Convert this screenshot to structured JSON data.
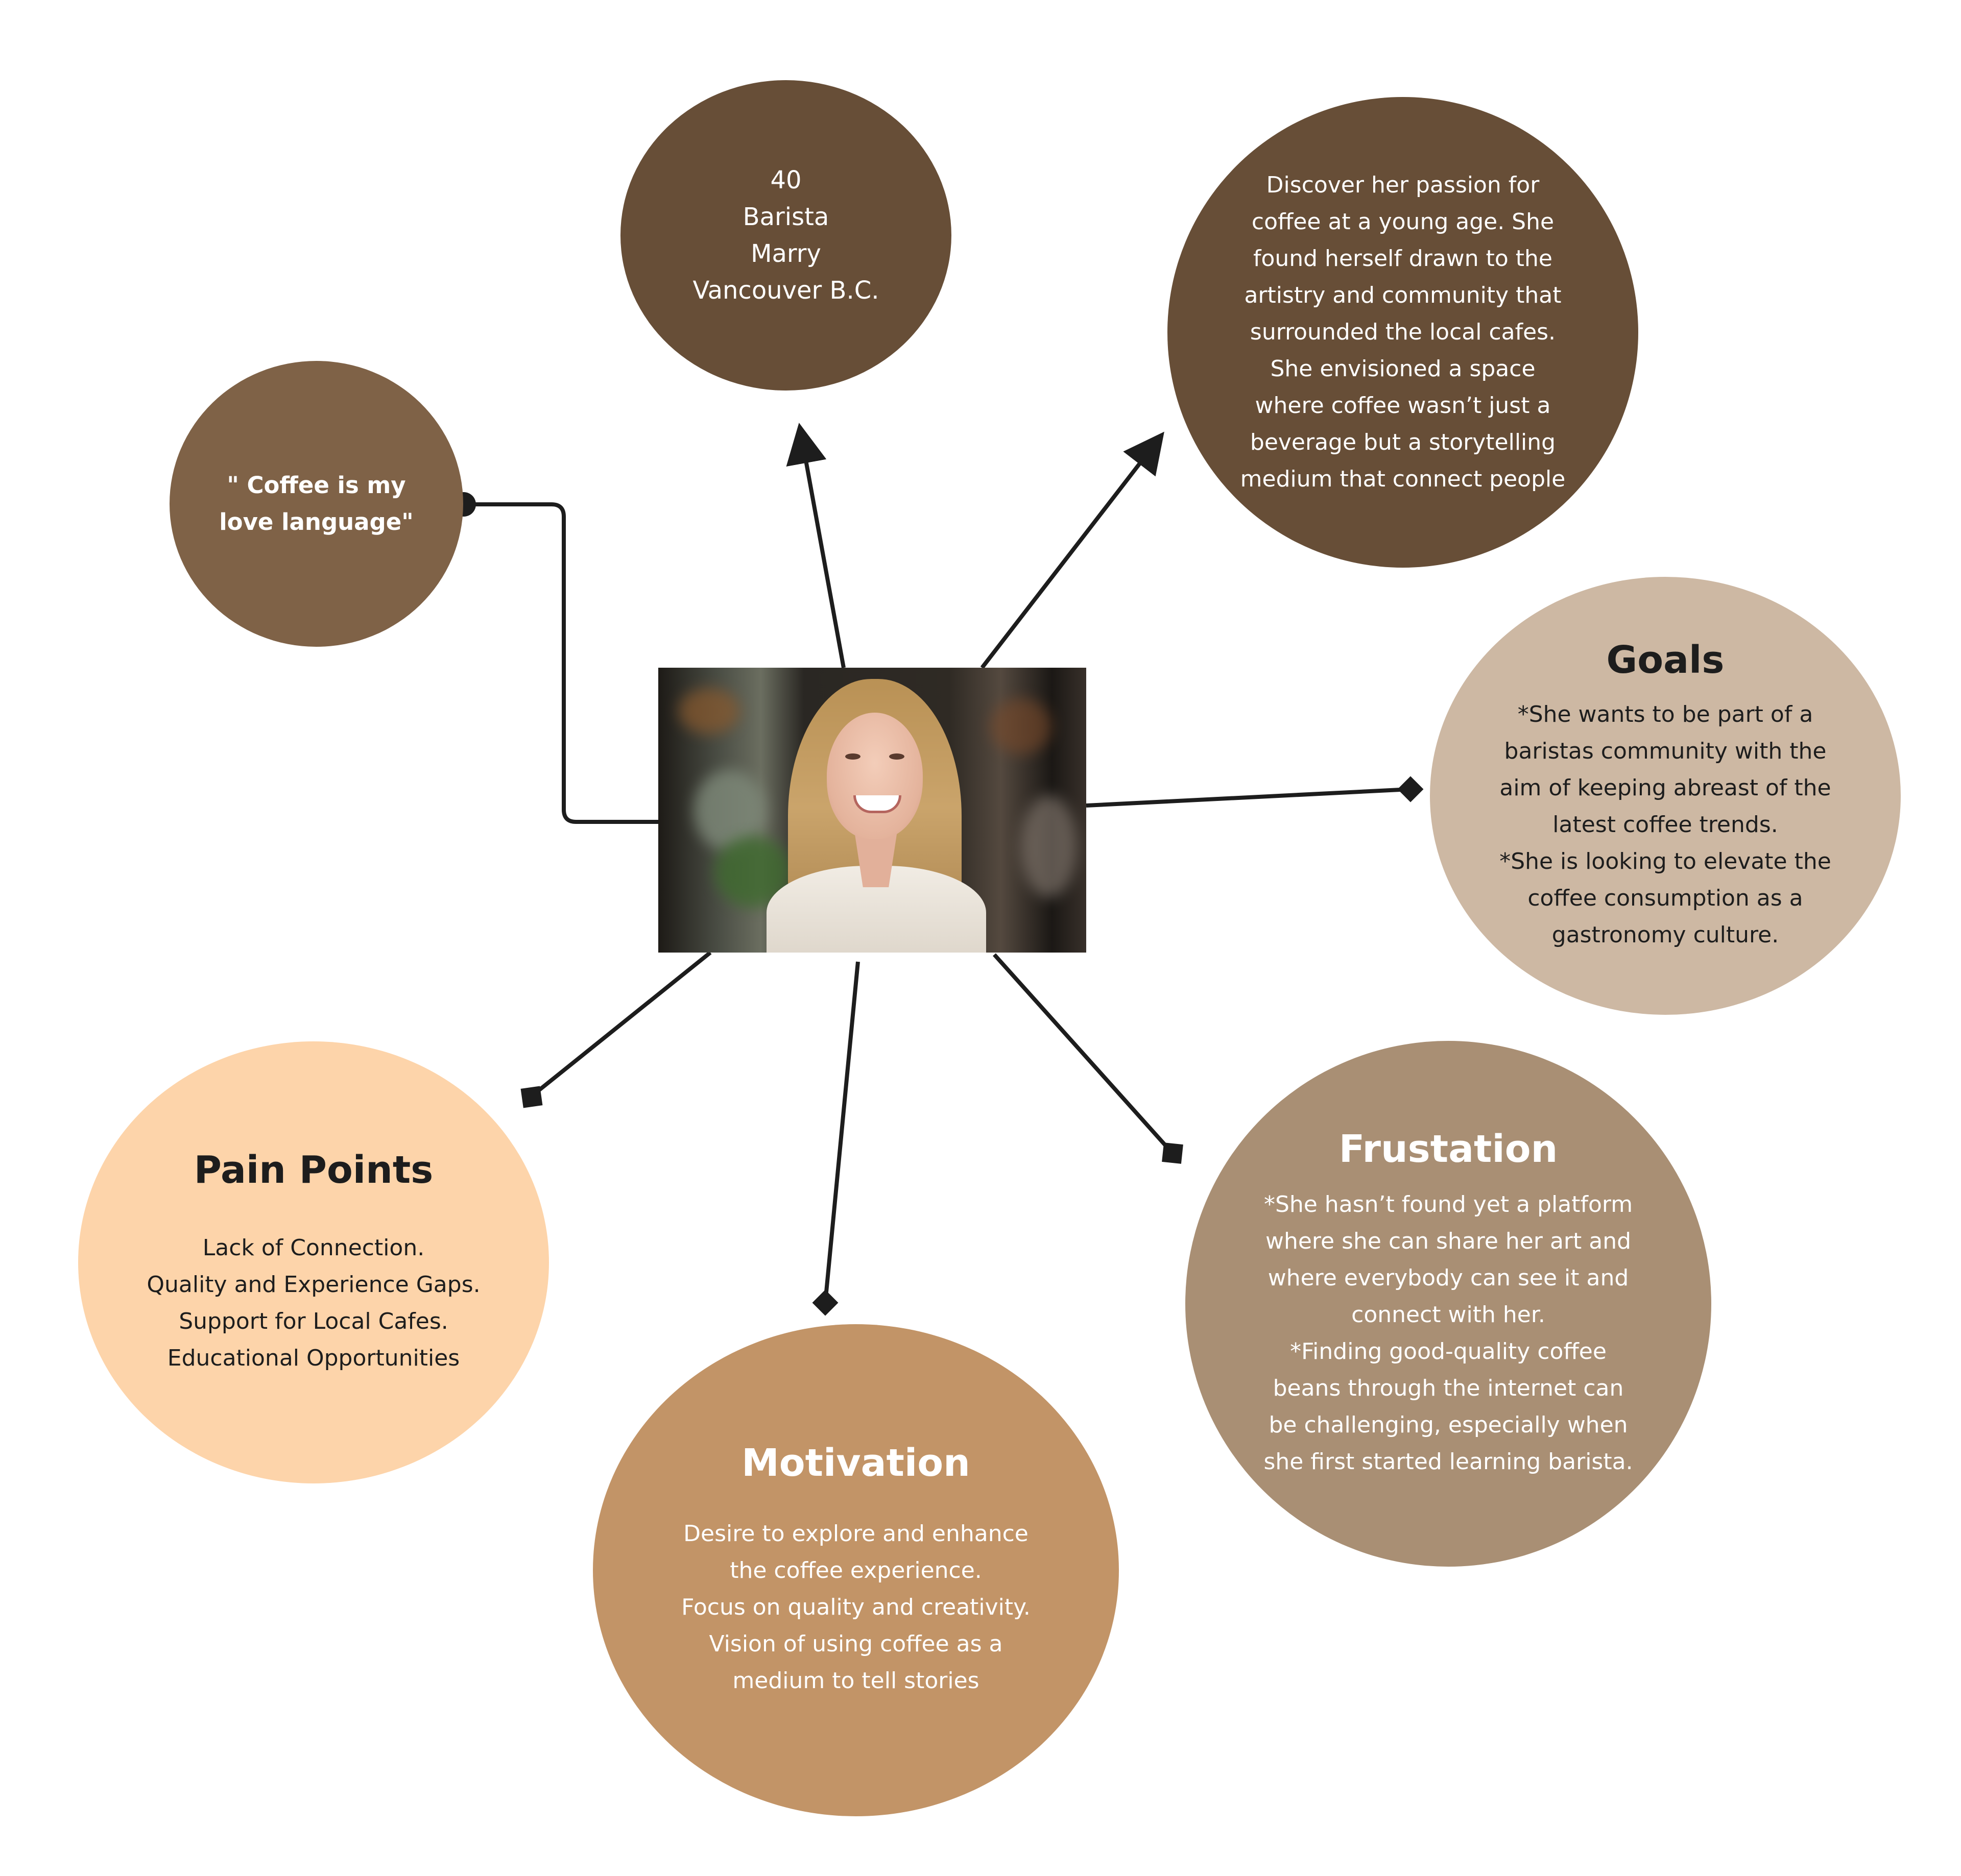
{
  "bio": {
    "lines": "40\nBarista\nMarry\nVancouver B.C."
  },
  "quote": {
    "text": "\" Coffee is my\nlove language\""
  },
  "background_story": {
    "text": "Discover her passion for\ncoffee at a young age. She\nfound herself drawn to the\nartistry and community that\nsurrounded the local cafes.\nShe envisioned a space\nwhere coffee wasn’t just a\nbeverage but a storytelling\nmedium that connect people"
  },
  "goals": {
    "title": "Goals",
    "text": "*She wants to be part of a\nbaristas community with the\naim of keeping abreast of the\nlatest coffee trends.\n*She is looking to elevate the\ncoffee consumption as a\ngastronomy culture."
  },
  "pain_points": {
    "title": "Pain Points",
    "text": "Lack of Connection.\nQuality and Experience Gaps.\nSupport for Local Cafes.\nEducational Opportunities"
  },
  "frustation": {
    "title": "Frustation",
    "text": "*She hasn’t found yet a platform\nwhere she can share her art and\nwhere everybody can see it and\nconnect with her.\n*Finding good-quality coffee\nbeans through the internet can\nbe challenging, especially when\nshe first started learning barista."
  },
  "motivation": {
    "title": "Motivation",
    "text": "Desire to explore and enhance\nthe coffee experience.\nFocus on quality and creativity.\nVision of using coffee as a\nmedium to tell stories"
  },
  "colors": {
    "dark_brown": "#674e37",
    "medium_brown": "#7f6247",
    "beige": "#cdb8a3",
    "peach": "#fdd4aa",
    "taupe": "#a98f74",
    "caramel": "#c29467",
    "connector": "#1d1d1d"
  }
}
